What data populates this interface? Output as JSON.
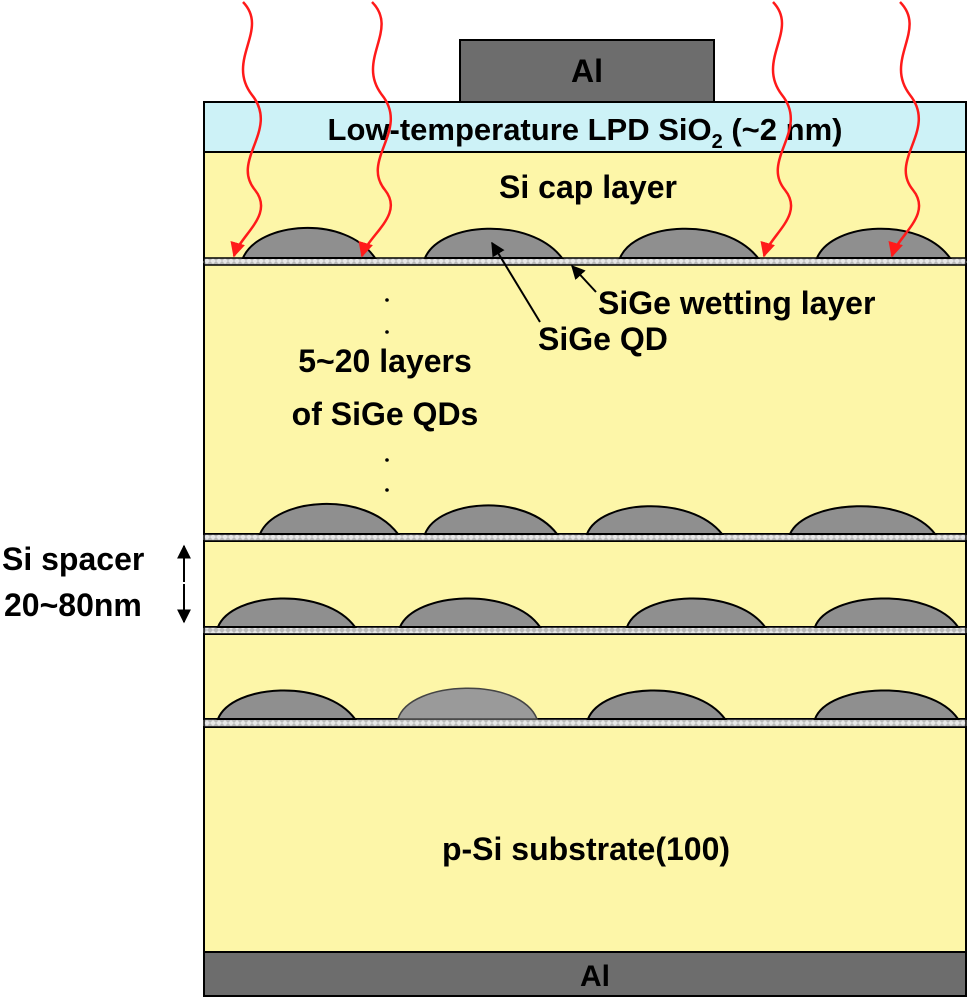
{
  "labels": {
    "top_contact": "Al",
    "bottom_contact": "Al",
    "oxide_main": "Low-temperature LPD SiO",
    "oxide_sub": "2",
    "oxide_tail": " (~2 nm)",
    "cap": "Si cap layer",
    "wetting": "SiGe wetting layer",
    "qd": "SiGe QD",
    "stack_line1": "5~20 layers",
    "stack_line2": "of SiGe QDs",
    "spacer_line1": "Si spacer",
    "spacer_line2": "20~80nm",
    "substrate": "p-Si substrate(100)"
  },
  "colors": {
    "metal": "#6d6d6d",
    "oxide": "#cdf2f7",
    "silicon": "#fdf6a8",
    "quantum_dot": "#8f8f8f",
    "wetting_layer": "#b9b9b9",
    "light_ray": "#ff1a1a"
  },
  "icons": {
    "light_ray": "wavy-red-arrow",
    "spacer_marker": "double-headed-vertical-arrow"
  }
}
